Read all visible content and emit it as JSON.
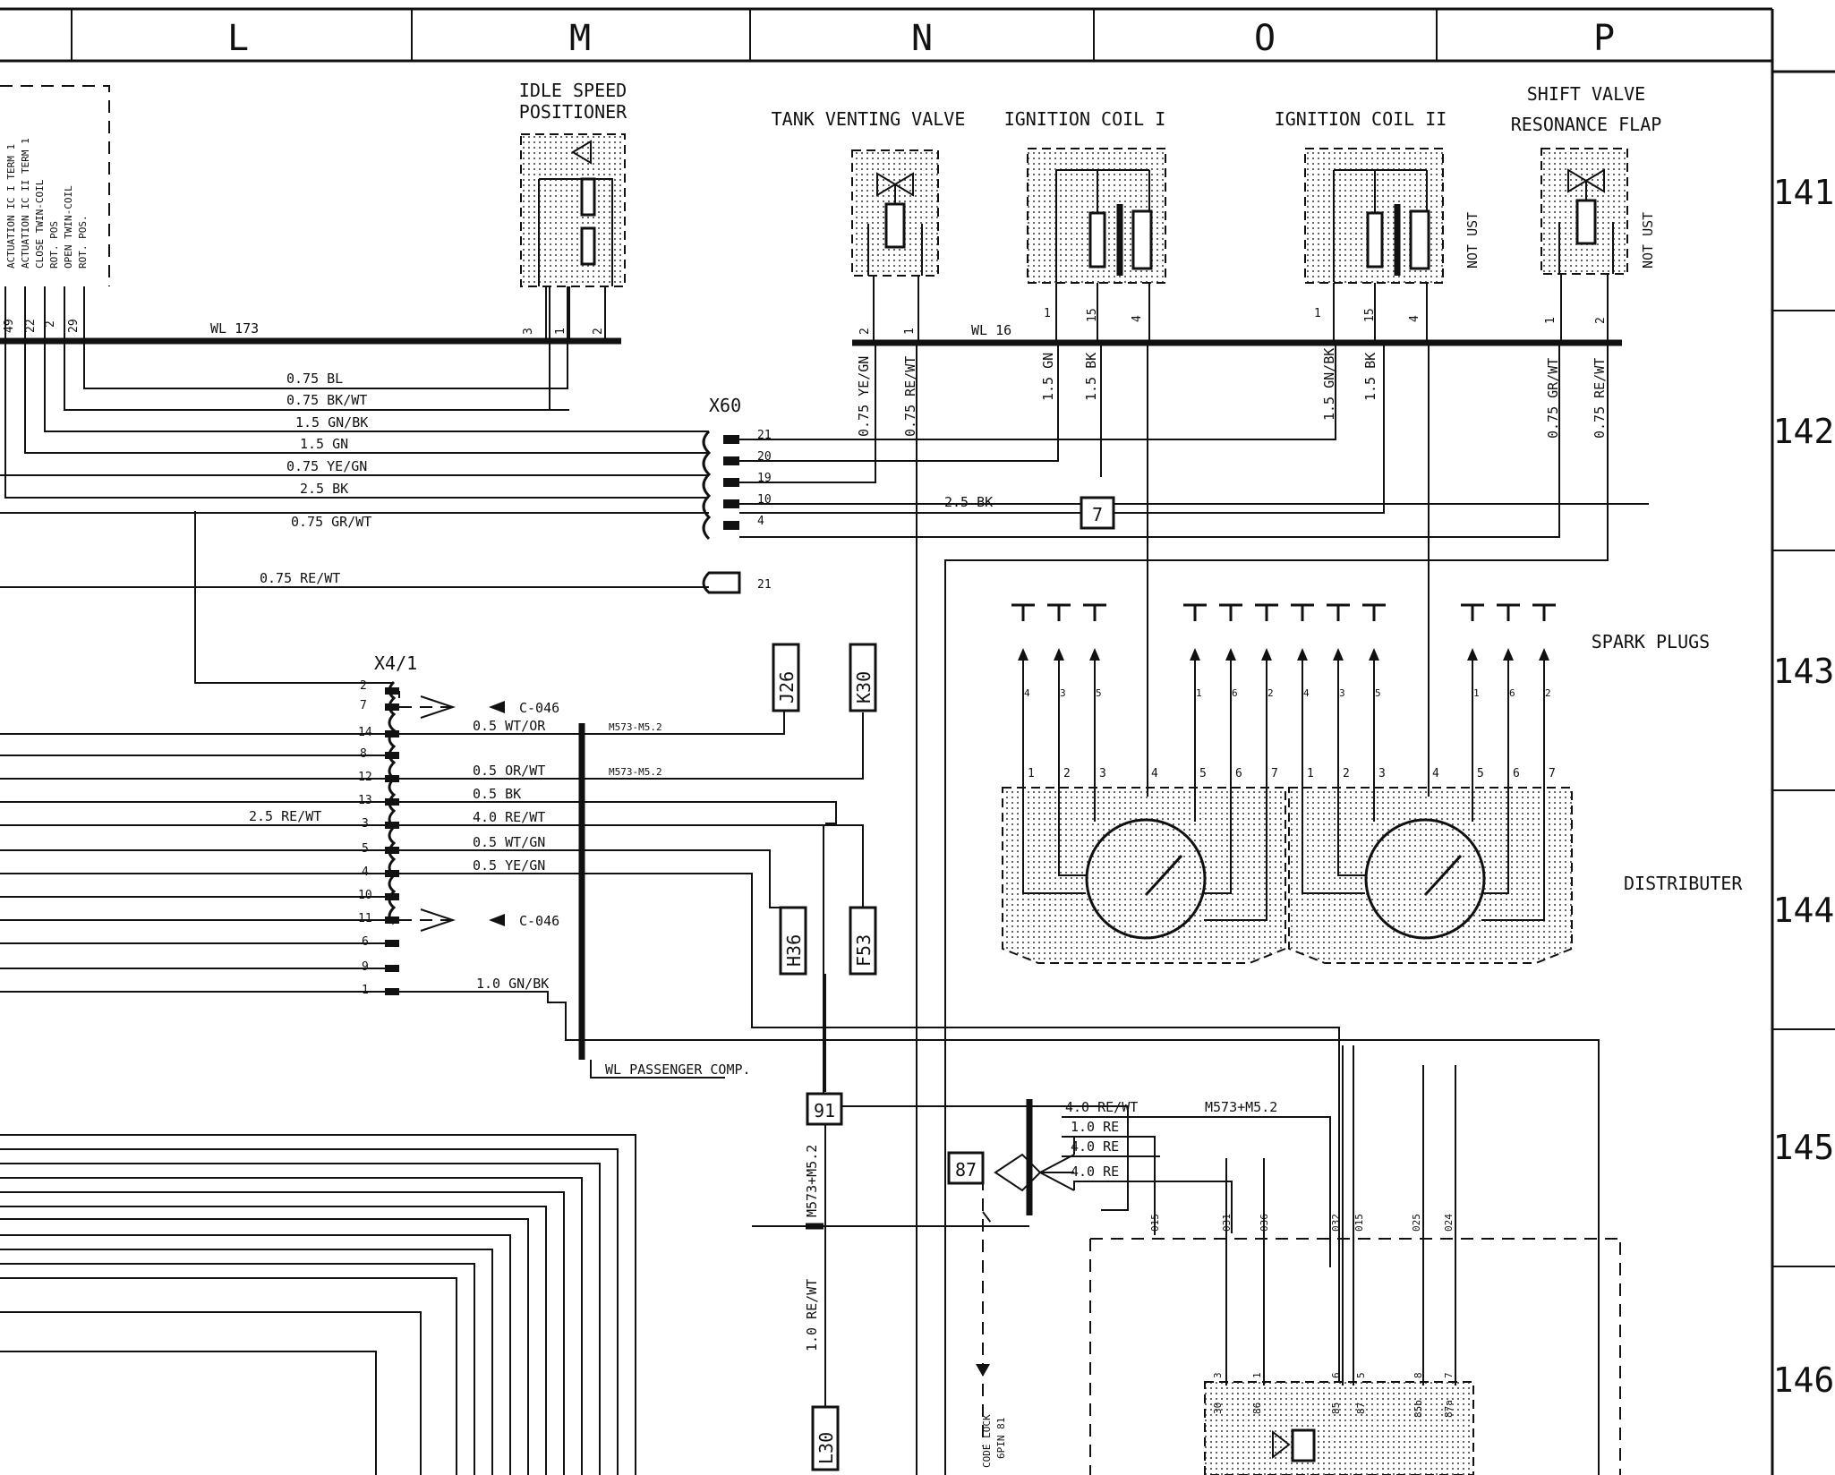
{
  "columns": [
    "L",
    "M",
    "N",
    "O",
    "P"
  ],
  "rows": [
    "141",
    "142",
    "143",
    "144",
    "145",
    "146"
  ],
  "components": {
    "idle_speed_positioner": [
      "IDLE SPEED",
      "POSITIONER"
    ],
    "tank_venting_valve": "TANK VENTING VALVE",
    "ignition_coil_1": "IGNITION COIL I",
    "ignition_coil_2": "IGNITION COIL II",
    "shift_valve": [
      "SHIFT VALVE",
      "RESONANCE FLAP"
    ],
    "spark_plugs": "SPARK PLUGS",
    "distributer": "DISTRIBUTER",
    "not_ust": "NOT UST"
  },
  "left_labels": [
    "ACTUATION IC I TERM 1",
    "ACTUATION IC II TERM 1",
    "CLOSE TWIN-COIL",
    "ROT. POS",
    "OPEN TWIN-COIL",
    "ROT. POS."
  ],
  "left_pins": [
    "49",
    "22",
    "2",
    "29"
  ],
  "positioner_pins": [
    "3",
    "1",
    "2"
  ],
  "tank_pins": [
    "2",
    "1"
  ],
  "coil1_pins": [
    "1",
    "15",
    "4"
  ],
  "coil2_pins": [
    "1",
    "15",
    "4"
  ],
  "shift_pins": [
    "1",
    "2"
  ],
  "wl": {
    "wl173": "WL 173",
    "wl16": "WL 16",
    "passenger": "WL PASSENGER COMP."
  },
  "wires_h": {
    "w1": "0.75 BL",
    "w2": "0.75 BK/WT",
    "w3": "1.5 GN/BK",
    "w4": "1.5 GN",
    "w5": "0.75 YE/GN",
    "w6": "2.5 BK",
    "w7": "0.75 GR/WT",
    "w8": "0.75 RE/WT",
    "w9": "2.5 BK"
  },
  "wires_v": {
    "tank_l": "0.75 YE/GN",
    "tank_r": "0.75 RE/WT",
    "coil1_l": "1.5 GN",
    "coil1_r": "1.5 BK",
    "coil2_l": "1.5 GN/BK",
    "coil2_r": "1.5 BK",
    "shift_l": "0.75 GR/WT",
    "shift_r": "0.75 RE/WT",
    "m573": "M573+M5.2",
    "l30wire": "1.0 RE/WT"
  },
  "x60": {
    "name": "X60",
    "pins": [
      "21",
      "20",
      "19",
      "10",
      "4"
    ],
    "extra": "21"
  },
  "x41": {
    "name": "X4/1",
    "pins": [
      "2",
      "7",
      "14",
      "8",
      "12",
      "13",
      "3",
      "5",
      "4",
      "10",
      "11",
      "6",
      "9",
      "1"
    ],
    "wires": {
      "p14": "0.5 WT/OR",
      "p12": "0.5 OR/WT",
      "p13": "0.5 BK",
      "p3": "4.0 RE/WT",
      "p5": "0.5 WT/GN",
      "p4": "0.5 YE/GN",
      "p1": "1.0 GN/BK",
      "left3": "2.5 RE/WT"
    },
    "m_labels": [
      "M573-M5.2",
      "M573-M5.2"
    ],
    "c046": "C-046"
  },
  "refs": {
    "j26": "J26",
    "k30": "K30",
    "h36": "H36",
    "f53": "F53",
    "r7": "7",
    "r91": "91",
    "r87": "87",
    "l30": "L30"
  },
  "relay_wires": {
    "a": "4.0 RE/WT",
    "b": "M573+M5.2",
    "c": "1.0 RE",
    "d": "4.0 RE",
    "e": "4.0 RE"
  },
  "code_lock": [
    "CODE LOCK",
    "6PIN 81"
  ],
  "plug_labels": [
    "4",
    "3",
    "5",
    "1",
    "6",
    "2",
    "4",
    "3",
    "5",
    "1",
    "6",
    "2"
  ],
  "dist_pins": [
    "1",
    "2",
    "3",
    "4",
    "5",
    "6",
    "7",
    "1",
    "2",
    "3",
    "4",
    "5",
    "6",
    "7"
  ],
  "bottom_labels": [
    "015",
    "031",
    "036",
    "032",
    "015",
    "025",
    "024"
  ],
  "relay_pins": [
    "3",
    "30",
    "1",
    "86",
    "6",
    "85",
    "5",
    "87",
    "8",
    "85b",
    "7",
    "87a"
  ]
}
